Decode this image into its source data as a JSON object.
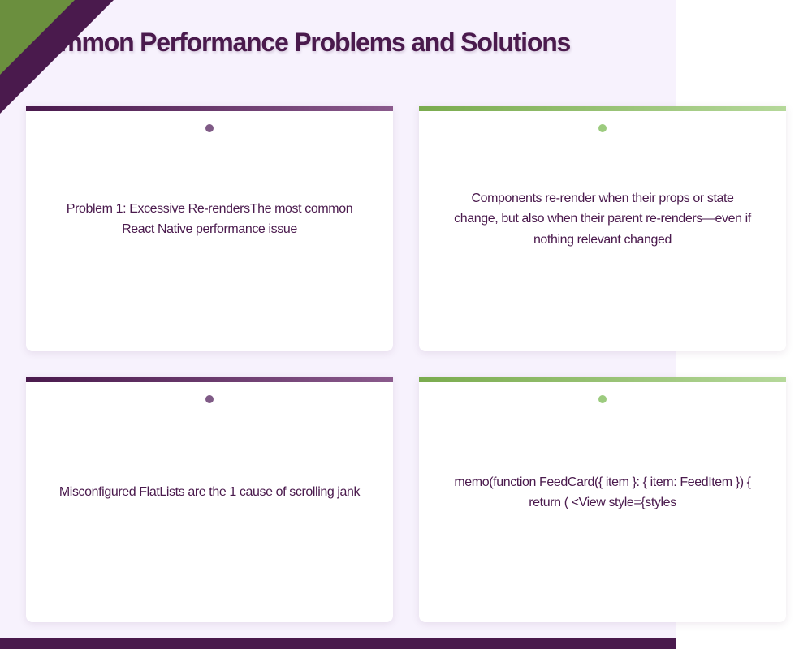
{
  "title": "Common Performance Problems and Solutions",
  "colors": {
    "primary": "#4a1a4d",
    "accent_green": "#7aab4e",
    "panel_background": "#f7f2fd"
  },
  "cards": [
    {
      "variant": "purple",
      "text": "Problem 1: Excessive Re-rendersThe most common React Native performance issue"
    },
    {
      "variant": "green",
      "text": "Components re-render when their props or state change, but also when their parent re-renders—even if nothing relevant changed"
    },
    {
      "variant": "purple",
      "text": "Misconfigured FlatLists are the 1 cause of scrolling jank"
    },
    {
      "variant": "green",
      "text": "memo(function FeedCard({ item }: { item: FeedItem }) { return ( <View style={styles"
    }
  ]
}
